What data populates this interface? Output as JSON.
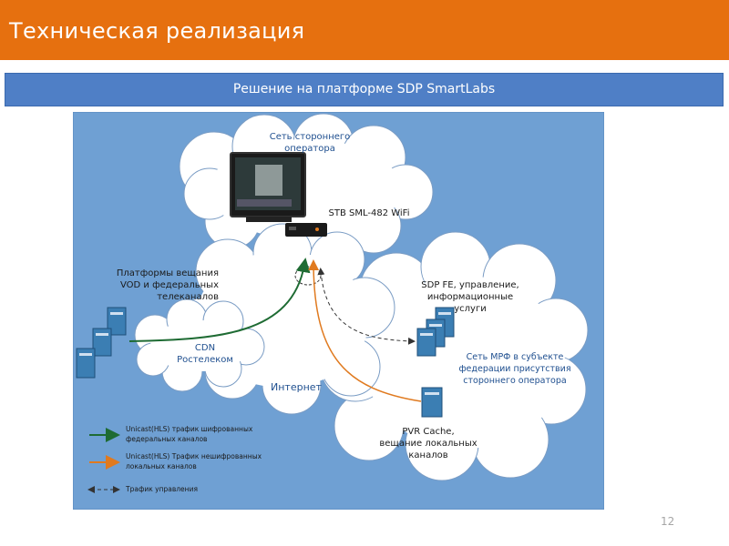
{
  "slide": {
    "title": "Техническая реализация",
    "subtitle": "Решение на платформе  SDP SmartLabs",
    "page_number": "12"
  },
  "diagram": {
    "third_party_network": "Сеть стороннего\nоператора",
    "stb_label": "STB SML-482 WiFi",
    "platforms_label": "Платформы вещания\nVOD и федеральных\nтелеканалов",
    "cdn_label": "CDN\nРостелеком",
    "internet_label": "Интернет",
    "sdp_fe_label": "SDP FE, управление,\nинформационные\nуслуги",
    "mrf_label": "Сеть МРФ в субъекте\nфедерации присутствия\nстороннего оператора",
    "pvr_label": "PVR Cache,\nвещание локальных\nканалов",
    "colors": {
      "background": "#6fa0d3",
      "cloud": "#ffffff",
      "encrypted_traffic": "#1e6b33",
      "unencrypted_traffic": "#e07a1f",
      "control_traffic": "#333333"
    }
  },
  "legend": {
    "encrypted": "Unicast(HLS) трафик шифрованных\nфедеральных каналов",
    "unencrypted": "Unicast(HLS) Трафик нешифрованных\nлокальных каналов",
    "control": "Трафик управления"
  }
}
